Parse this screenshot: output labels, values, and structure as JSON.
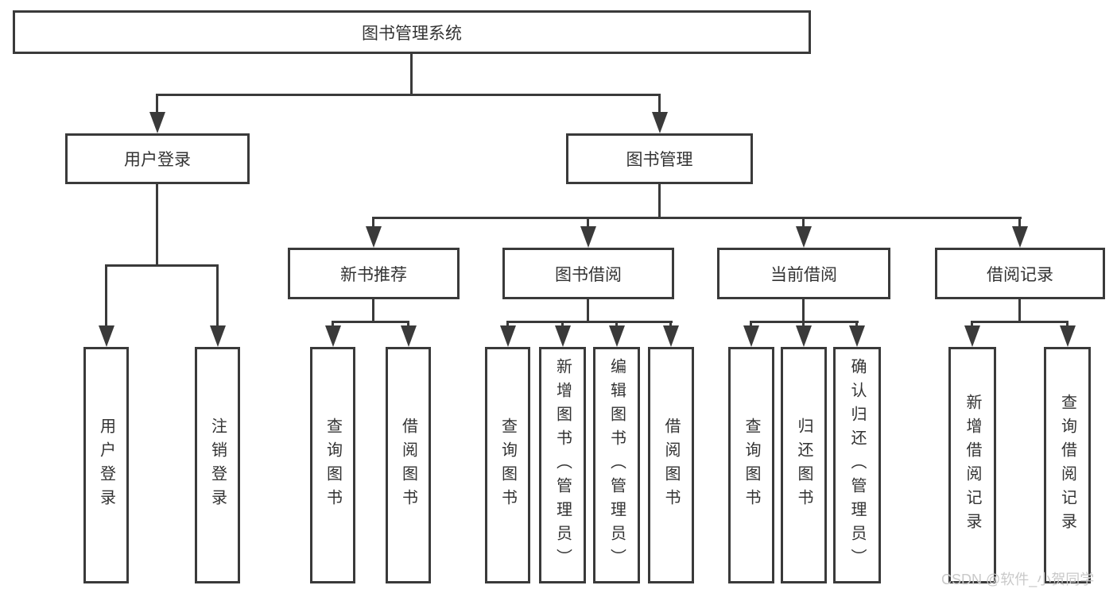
{
  "diagram_title": "图书管理系统",
  "tree": {
    "root": {
      "label": "图书管理系统",
      "children": [
        {
          "label": "用户登录",
          "children": [
            {
              "label": "用户登录"
            },
            {
              "label": "注销登录"
            }
          ]
        },
        {
          "label": "图书管理",
          "children": [
            {
              "label": "新书推荐",
              "children": [
                {
                  "label": "查询图书"
                },
                {
                  "label": "借阅图书"
                }
              ]
            },
            {
              "label": "图书借阅",
              "children": [
                {
                  "label": "查询图书"
                },
                {
                  "label": "新增图书（管理员）"
                },
                {
                  "label": "编辑图书（管理员）"
                },
                {
                  "label": "借阅图书"
                }
              ]
            },
            {
              "label": "当前借阅",
              "children": [
                {
                  "label": "查询图书"
                },
                {
                  "label": "归还图书"
                },
                {
                  "label": "确认归还（管理员）"
                }
              ]
            },
            {
              "label": "借阅记录",
              "children": [
                {
                  "label": "新增借阅记录"
                },
                {
                  "label": "查询借阅记录"
                }
              ]
            }
          ]
        }
      ]
    }
  },
  "watermark": "CSDN @软件_小贺同学",
  "colors": {
    "line": "#3a3a3a",
    "text": "#333333",
    "box_fill": "#ffffff",
    "watermark": "#c9c9c9",
    "background": "#ffffff"
  }
}
